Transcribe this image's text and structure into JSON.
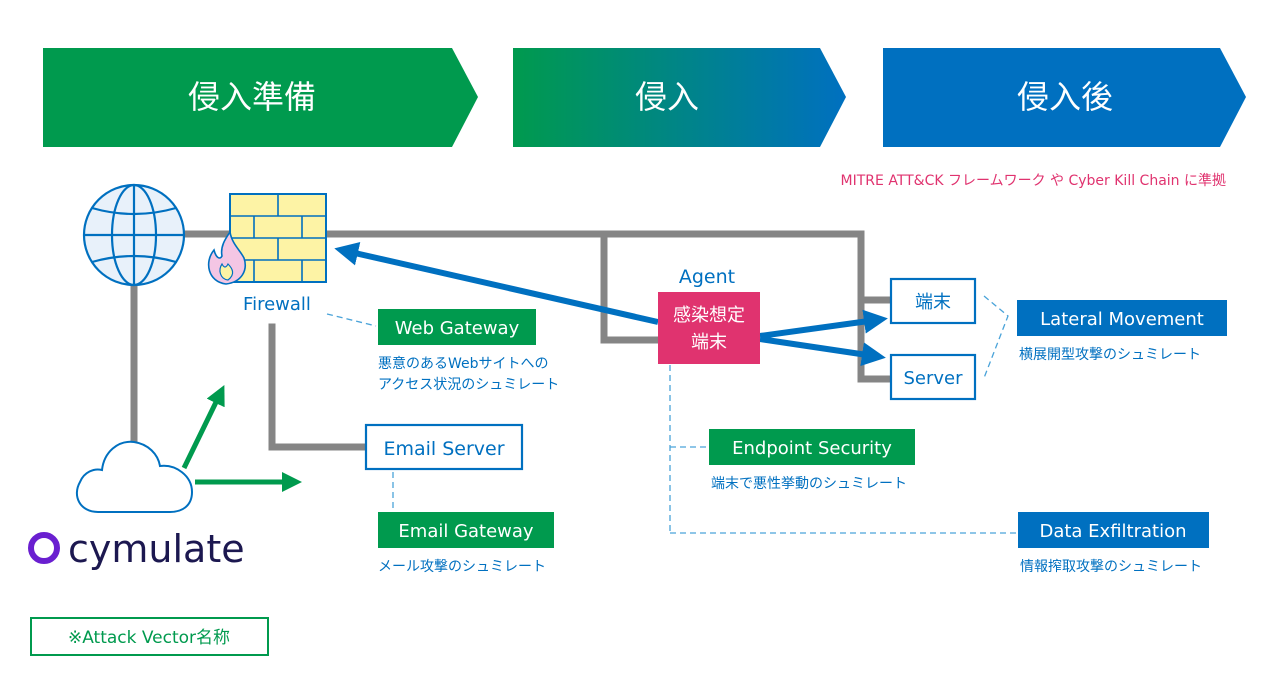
{
  "phases": [
    {
      "label": "侵入準備"
    },
    {
      "label": "侵入"
    },
    {
      "label": "侵入後"
    }
  ],
  "framework_note": "MITRE ATT&CK フレームワーク や Cyber Kill Chain に準拠",
  "nodes": {
    "firewall": "Firewall",
    "agent": "Agent",
    "infected_line1": "感染想定",
    "infected_line2": "端末",
    "terminal": "端末",
    "server": "Server",
    "email_server": "Email Server"
  },
  "vectors": {
    "web_gateway": {
      "label": "Web Gateway",
      "desc_line1": "悪意のあるWebサイトへの",
      "desc_line2": "アクセス状況のシュミレート"
    },
    "email_gateway": {
      "label": "Email Gateway",
      "desc": "メール攻撃のシュミレート"
    },
    "endpoint_security": {
      "label": "Endpoint Security",
      "desc": "端末で悪性挙動のシュミレート"
    },
    "lateral_movement": {
      "label": "Lateral Movement",
      "desc": "横展開型攻撃のシュミレート"
    },
    "data_exfiltration": {
      "label": "Data Exfiltration",
      "desc": "情報搾取攻撃のシュミレート"
    }
  },
  "brand": "cymulate",
  "note": "※Attack Vector名称",
  "colors": {
    "green": "#009a4e",
    "blue": "#0070c0",
    "pink": "#e0336f",
    "gray": "#858585"
  }
}
